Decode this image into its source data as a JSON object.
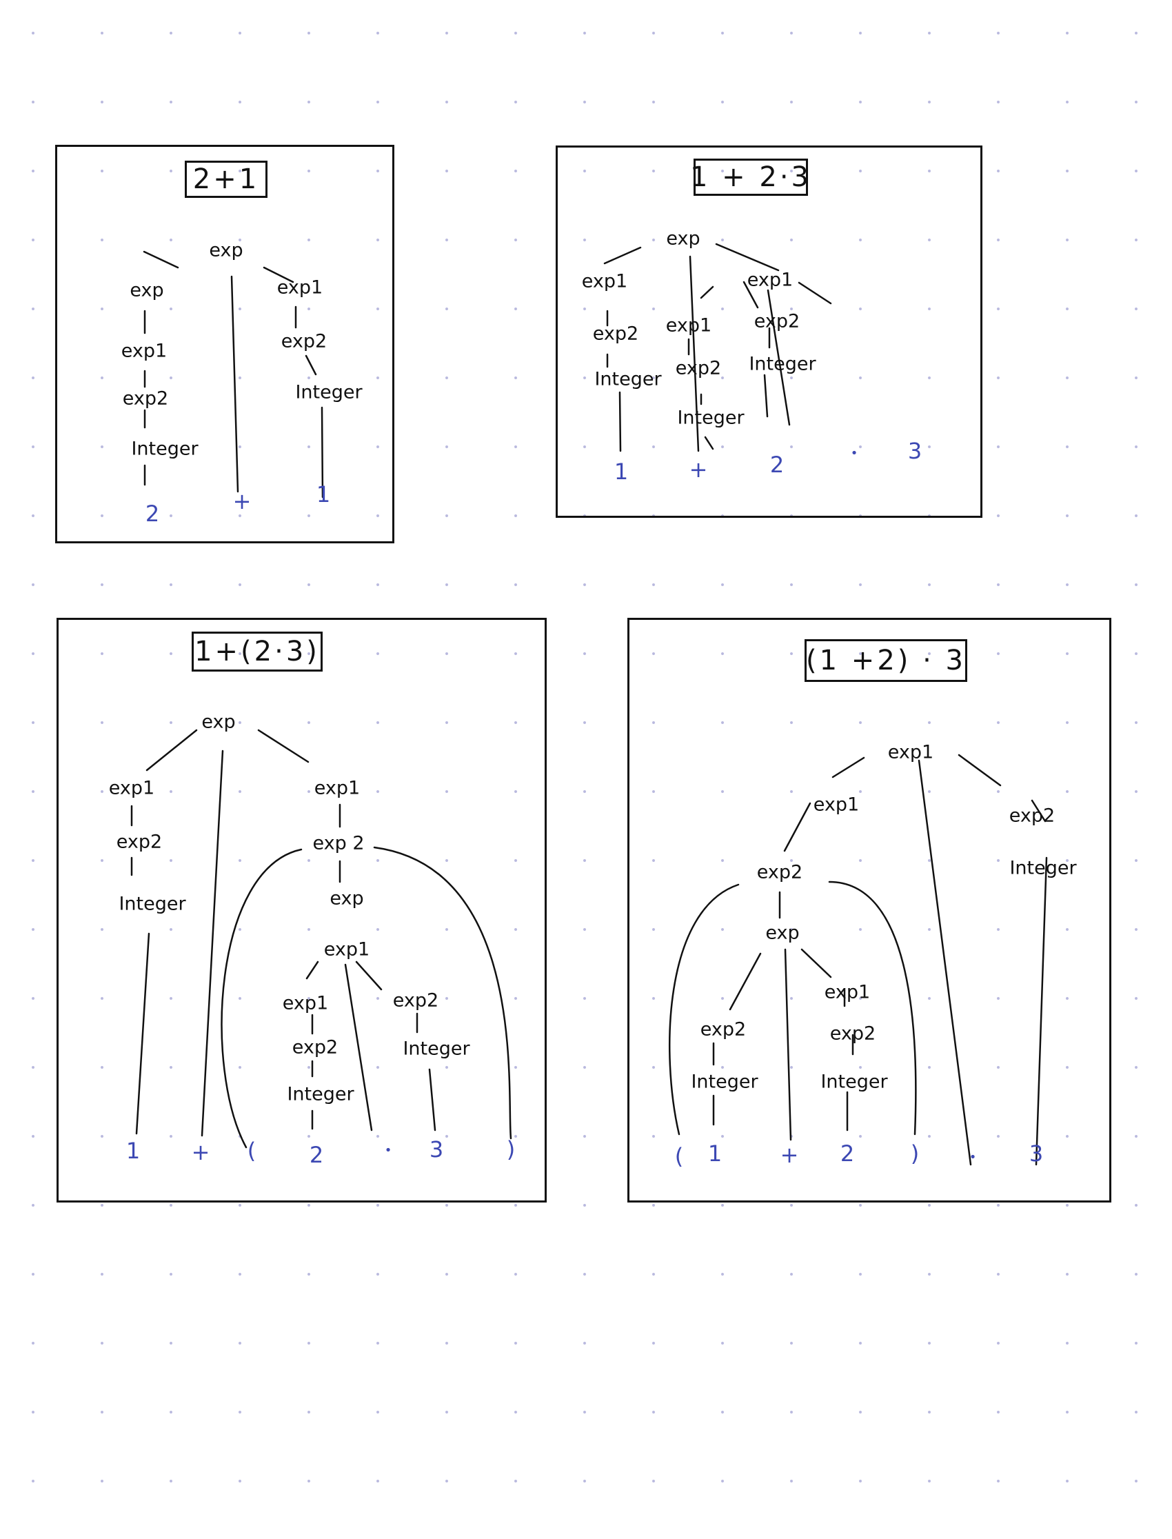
{
  "panels": [
    {
      "title": "2+1",
      "nodes": {
        "root": "exp",
        "exp": "exp",
        "exp1_l": "exp1",
        "exp2_l": "exp2",
        "int_l": "Integer",
        "exp1_r": "exp1",
        "exp2_r": "exp2",
        "int_r": "Integer"
      },
      "leaves": {
        "l2": "2",
        "lplus": "+",
        "l1": "1"
      }
    },
    {
      "title": "1 + 2·3",
      "nodes": {
        "root": "exp",
        "exp1_l": "exp1",
        "exp2_l": "exp2",
        "int_l": "Integer",
        "exp1_r": "exp1",
        "exp1_m": "exp1",
        "exp2_m": "exp2",
        "int_m": "Integer",
        "exp2_r": "exp2",
        "int_r": "Integer"
      },
      "leaves": {
        "l1": "1",
        "lplus": "+",
        "l2": "2",
        "ldot": "•",
        "l3": "3"
      }
    },
    {
      "title": "1+(2·3)",
      "nodes": {
        "root": "exp",
        "exp1_l": "exp1",
        "exp2_l": "exp2",
        "int_l": "Integer",
        "exp1_r": "exp1",
        "exp2_r": "exp 2",
        "exp_in": "exp",
        "exp1_in": "exp1",
        "exp1_a": "exp1",
        "exp2_a": "exp2",
        "int_a": "Integer",
        "exp2_b": "exp2",
        "int_b": "Integer"
      },
      "leaves": {
        "l1": "1",
        "lplus": "+",
        "lparen": "(",
        "l2": "2",
        "ldot": "•",
        "l3": "3",
        "rparen": ")"
      }
    },
    {
      "title": "(1 +2) · 3",
      "nodes": {
        "root": "exp1",
        "exp1_l": "exp1",
        "exp2_l": "exp2",
        "exp_in": "exp",
        "exp2_a": "exp2",
        "int_a": "Integer",
        "exp1_b": "exp1",
        "exp2_b": "exp2",
        "int_b": "Integer",
        "exp2_r": "exp2",
        "int_r": "Integer"
      },
      "leaves": {
        "lparen": "(",
        "l1": "1",
        "lplus": "+",
        "l2": "2",
        "rparen": ")",
        "ldot": "•",
        "l3": "3"
      }
    }
  ]
}
